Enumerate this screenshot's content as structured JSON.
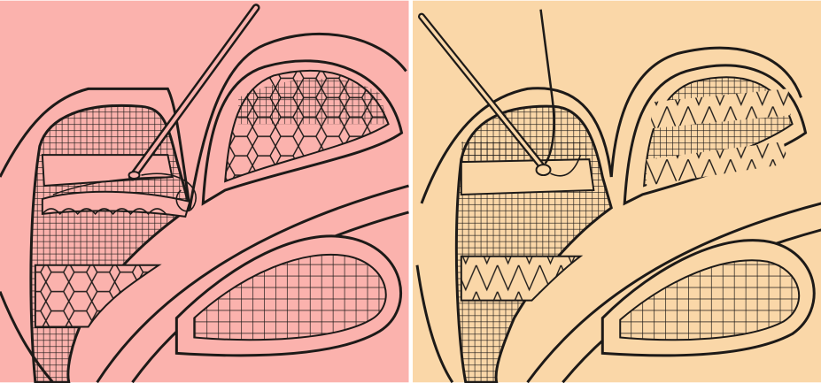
{
  "panels": [
    {
      "id": "left-illustration",
      "background": "#fbb2ad",
      "ink": "#1d1a18",
      "subject": "needle-lace-stitching"
    },
    {
      "id": "right-illustration",
      "background": "#fad7a8",
      "ink": "#1d1a18",
      "subject": "needle-lace-stitching"
    }
  ],
  "icons": [
    "needle-icon",
    "thread-icon"
  ]
}
